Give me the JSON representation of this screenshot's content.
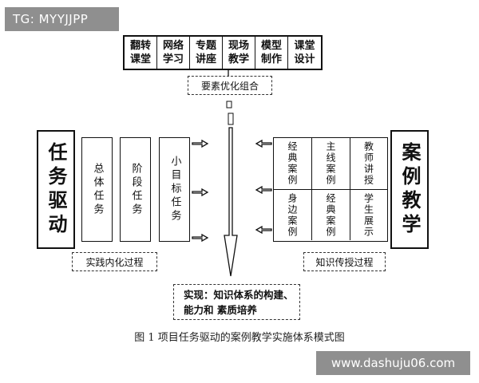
{
  "watermark_top": "TG: MYYJJPP",
  "watermark_bottom": "www.dashuju06.com",
  "methods": [
    {
      "label": "翻转课堂"
    },
    {
      "label": "网络学习"
    },
    {
      "label": "专题讲座"
    },
    {
      "label": "现场教学"
    },
    {
      "label": "模型制作"
    },
    {
      "label": "课堂设计"
    }
  ],
  "optimize_label": "要素优化组合",
  "left": {
    "main": "任务驱动",
    "tasks": [
      "总体任务",
      "阶段任务",
      "小目标任务"
    ],
    "process_label": "实践内化过程"
  },
  "right": {
    "main": "案例教学",
    "cases": {
      "r1c1": "经典案例",
      "r1c2": "主线案例",
      "r1c3": "教师讲授",
      "r2c1": "身边案例",
      "r2c2": "经典案例",
      "r2c3": "学生展示"
    },
    "process_label": "知识传授过程"
  },
  "outcome": {
    "line1": "实现：知识体系的构建、",
    "line2": "能力和 素质培养"
  },
  "caption": "图 1  项目任务驱动的案例教学实施体系模式图"
}
